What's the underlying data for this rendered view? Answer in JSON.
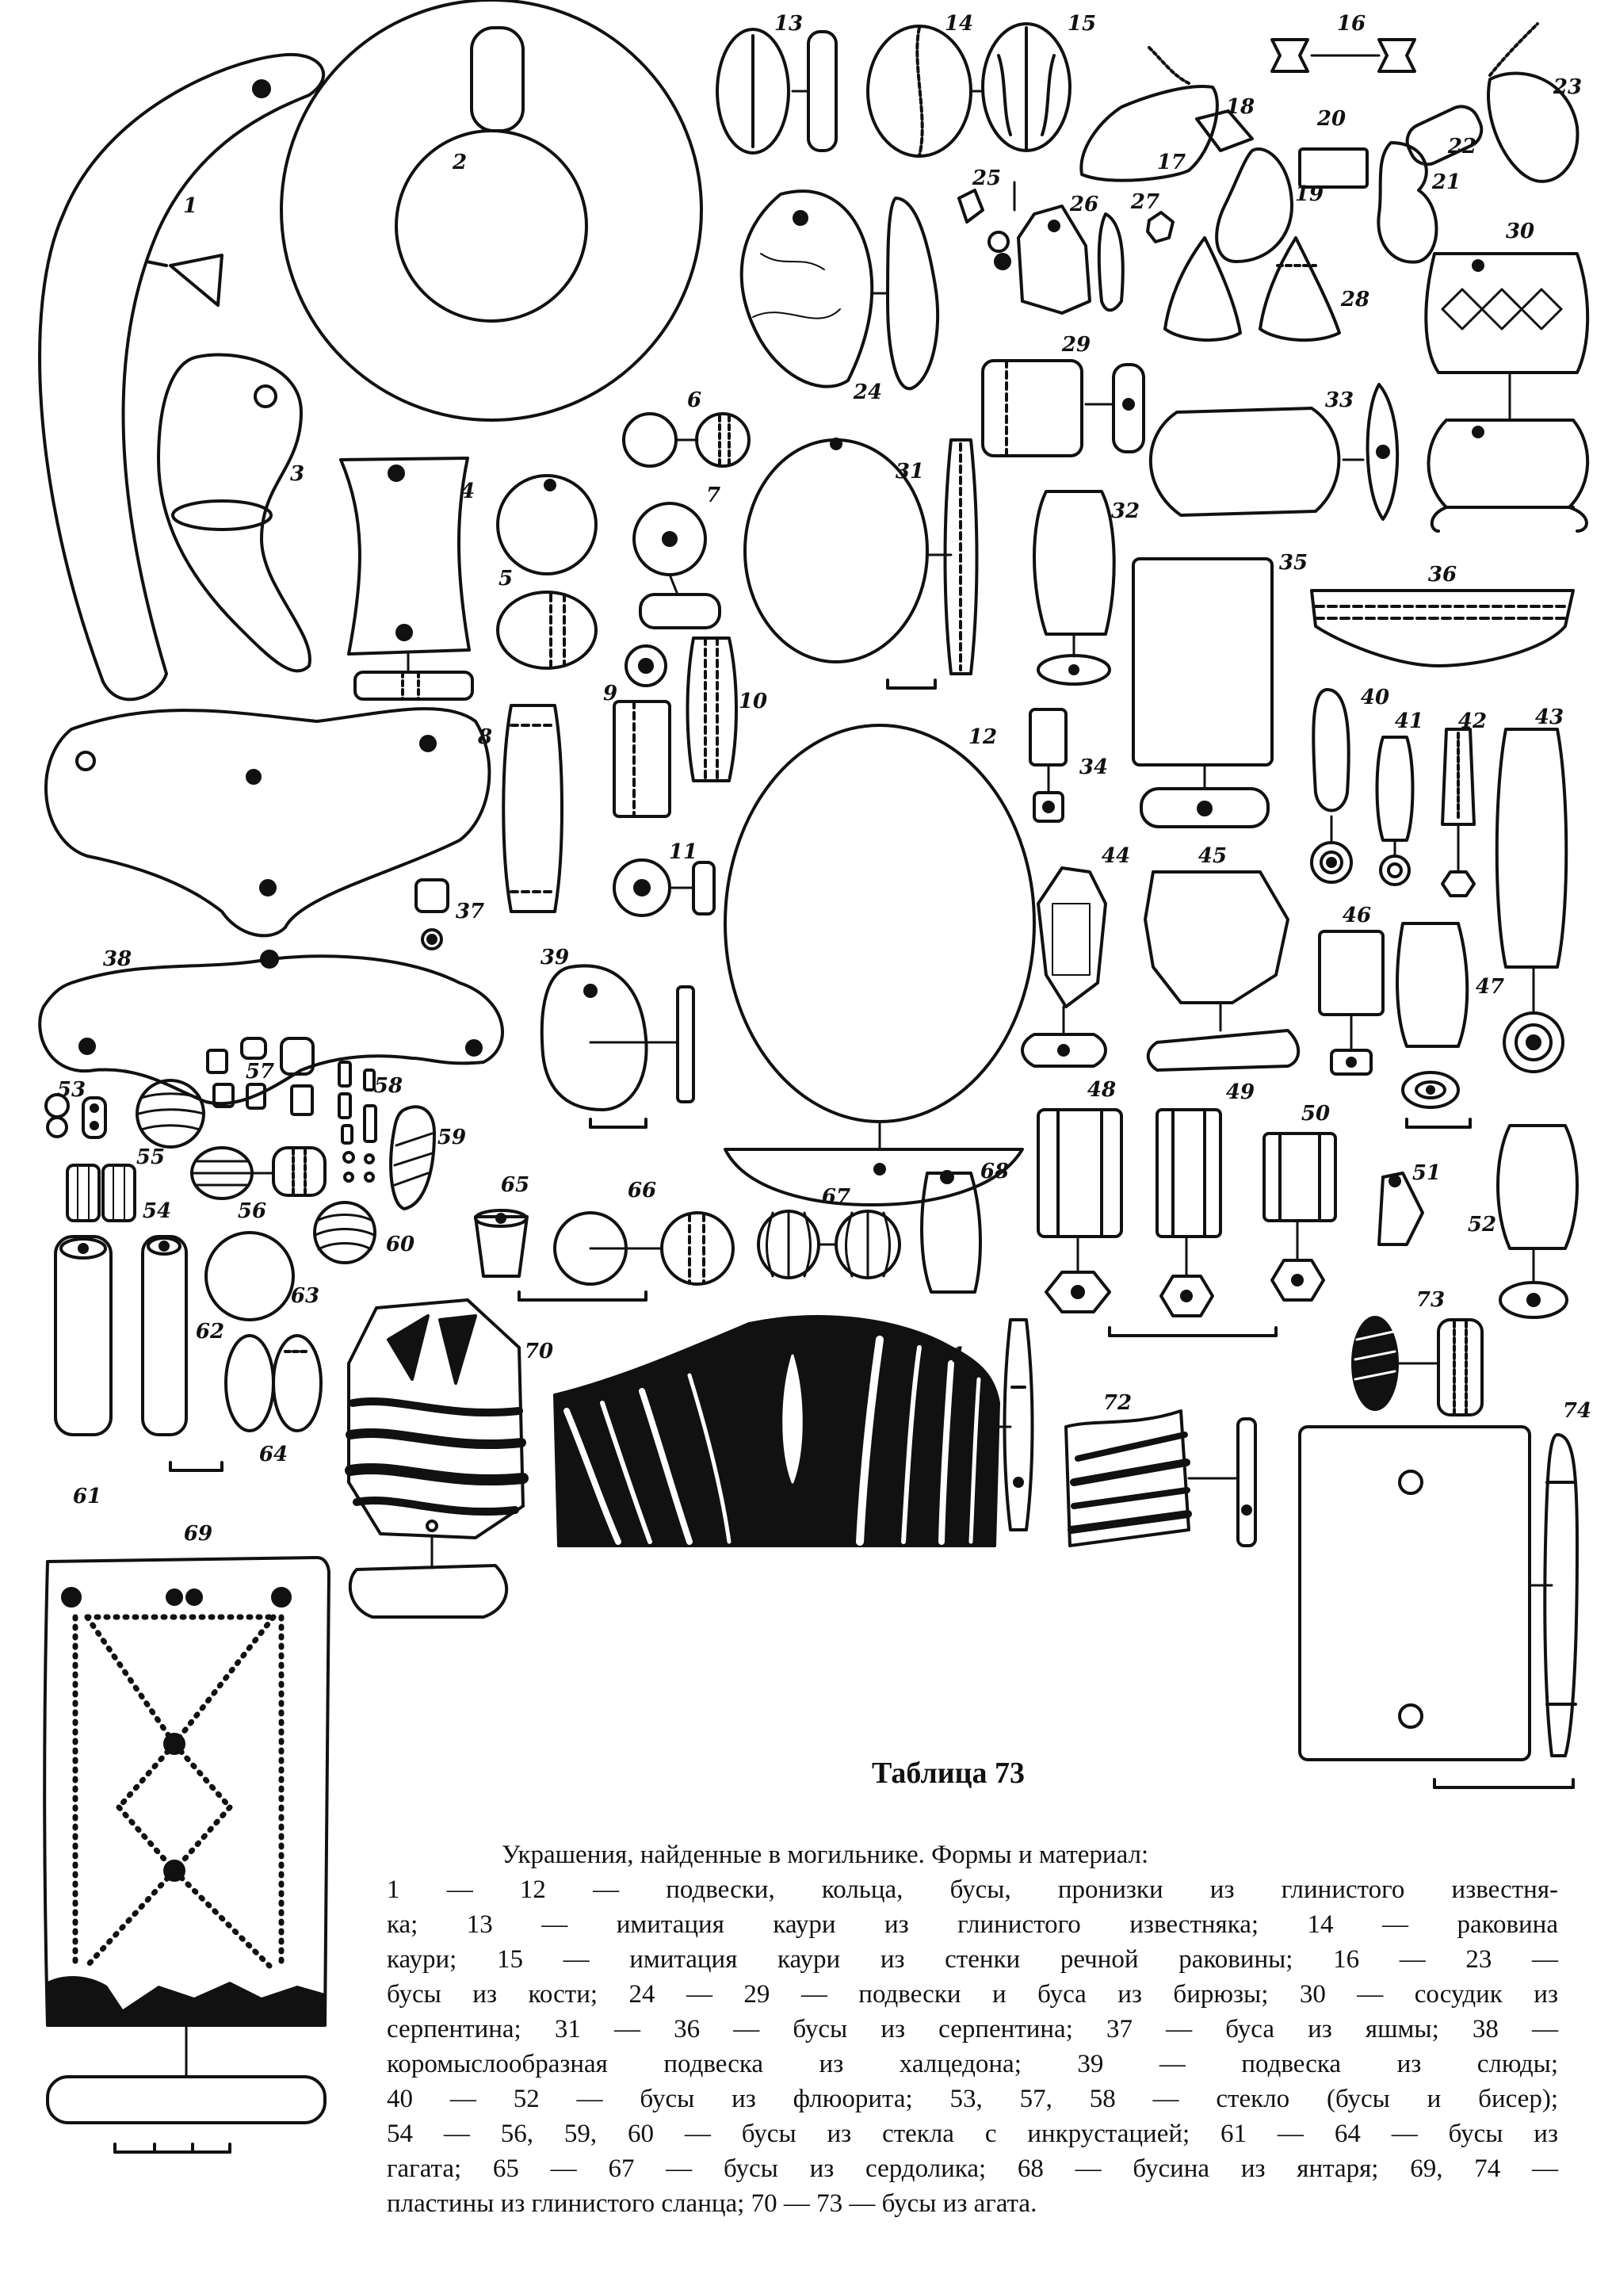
{
  "plate": {
    "title": "Таблица 73",
    "caption_lines": [
      "Украшения, найденные в могильнике. Формы и материал:",
      "1 — 12 — подвески, кольца, бусы, пронизки из глинистого известня-",
      "ка;  13 — имитация каури из глинистого известняка; 14 — раковина",
      "каури; 15 — имитация каури из стенки речной раковины; 16 — 23 —",
      "бусы из кости; 24 — 29 — подвески и буса из бирюзы; 30 — сосудик из",
      "серпентина; 31 — 36 — бусы из серпентина; 37 — буса из яшмы; 38 —",
      "коромыслообразная подвеска из халцедона; 39 — подвеска из слюды;",
      "40 — 52 — бусы из флюорита; 53, 57, 58 — стекло (бусы и бисер);",
      "54 — 56, 59, 60 — бусы из стекла с инкрустацией; 61 — 64 — бусы из",
      "гагата; 65 — 67 — бусы из сердолика; 68 — бусина из янтаря; 69, 74 —",
      "пластины из глинистого сланца; 70 — 73 — бусы из агата."
    ],
    "figure_numbers": [
      "1",
      "2",
      "3",
      "4",
      "5",
      "6",
      "7",
      "8",
      "9",
      "10",
      "11",
      "12",
      "13",
      "14",
      "15",
      "16",
      "17",
      "18",
      "19",
      "20",
      "21",
      "22",
      "23",
      "24",
      "25",
      "26",
      "27",
      "28",
      "29",
      "30",
      "31",
      "32",
      "33",
      "34",
      "35",
      "36",
      "37",
      "38",
      "39",
      "40",
      "41",
      "42",
      "43",
      "44",
      "45",
      "46",
      "47",
      "48",
      "49",
      "50",
      "51",
      "52",
      "53",
      "54",
      "55",
      "56",
      "57",
      "58",
      "59",
      "60",
      "61",
      "62",
      "63",
      "64",
      "65",
      "66",
      "67",
      "68",
      "69",
      "70",
      "71",
      "72",
      "73",
      "74"
    ]
  },
  "colors": {
    "ink": "#111111",
    "paper": "#ffffff"
  }
}
